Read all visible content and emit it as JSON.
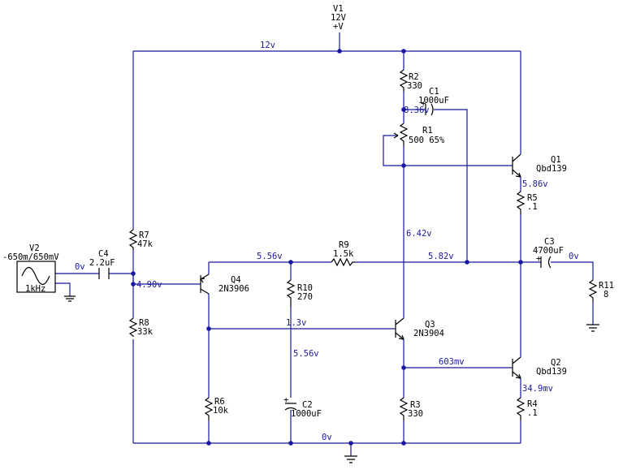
{
  "colors": {
    "wire": "#1818a0",
    "component": "#000000",
    "net_label": "#1818a0",
    "background": "#ffffff"
  },
  "components": {
    "V1": {
      "ref": "V1",
      "value": "12V",
      "node": "+V"
    },
    "V2": {
      "ref": "V2",
      "value": "-650m/650mV",
      "freq": "1kHz"
    },
    "R1": {
      "ref": "R1",
      "value": "500 65%"
    },
    "R2": {
      "ref": "R2",
      "value": "330"
    },
    "R3": {
      "ref": "R3",
      "value": "330"
    },
    "R4": {
      "ref": "R4",
      "value": ".1"
    },
    "R5": {
      "ref": "R5",
      "value": ".1"
    },
    "R6": {
      "ref": "R6",
      "value": "10k"
    },
    "R7": {
      "ref": "R7",
      "value": "47k"
    },
    "R8": {
      "ref": "R8",
      "value": "33k"
    },
    "R9": {
      "ref": "R9",
      "value": "1.5k"
    },
    "R10": {
      "ref": "R10",
      "value": "270"
    },
    "R11": {
      "ref": "R11",
      "value": "8"
    },
    "C1": {
      "ref": "C1",
      "value": "1000uF"
    },
    "C2": {
      "ref": "C2",
      "value": "1000uF"
    },
    "C3": {
      "ref": "C3",
      "value": "4700uF"
    },
    "C4": {
      "ref": "C4",
      "value": "2.2uF"
    },
    "Q1": {
      "ref": "Q1",
      "value": "Qbd139"
    },
    "Q2": {
      "ref": "Q2",
      "value": "Qbd139"
    },
    "Q3": {
      "ref": "Q3",
      "value": "2N3904"
    },
    "Q4": {
      "ref": "Q4",
      "value": "2N3906"
    }
  },
  "net_voltages": {
    "supply": "12v",
    "r2_r1": "8.36v",
    "q1_emitter": "5.86v",
    "q3_collector": "6.42v",
    "q4_emitter": "5.56v",
    "output_node": "5.82v",
    "c3_out": "0v",
    "input": "0v",
    "q4_base": "4.90v",
    "q3_base": "1.3v",
    "c2_node": "5.56v",
    "q2_base": "603mv",
    "q2_emitter": "34.9mv",
    "ground": "0v"
  },
  "symbols": {
    "plus": "+",
    "plus_c2": "+"
  }
}
